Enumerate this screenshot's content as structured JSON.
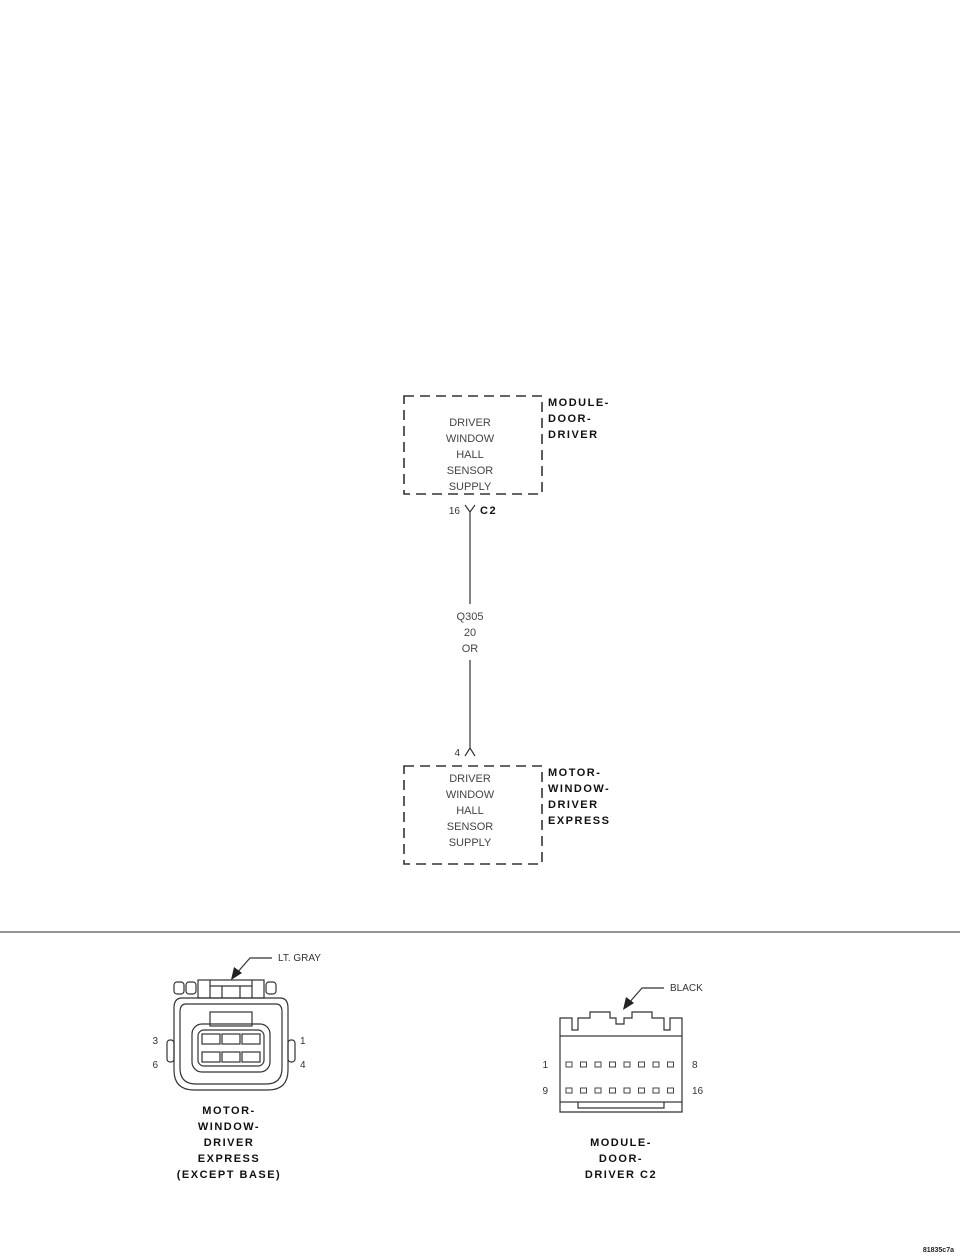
{
  "top_component": {
    "name_lines": [
      "MODULE-",
      "DOOR-",
      "DRIVER"
    ],
    "circuit_lines": [
      "DRIVER",
      "WINDOW",
      "HALL",
      "SENSOR",
      "SUPPLY"
    ],
    "pin": "16",
    "connector": "C2"
  },
  "wire": {
    "circuit": "Q305",
    "gauge": "20",
    "color": "OR"
  },
  "bottom_component": {
    "name_lines": [
      "MOTOR-",
      "WINDOW-",
      "DRIVER",
      "EXPRESS"
    ],
    "circuit_lines": [
      "DRIVER",
      "WINDOW",
      "HALL",
      "SENSOR",
      "SUPPLY"
    ],
    "pin": "4"
  },
  "connector_left": {
    "color_label": "LT. GRAY",
    "pin_labels": {
      "top_left": "3",
      "top_right": "1",
      "bottom_left": "6",
      "bottom_right": "4"
    },
    "caption_lines": [
      "MOTOR-",
      "WINDOW-",
      "DRIVER",
      "EXPRESS",
      "(EXCEPT BASE)"
    ]
  },
  "connector_right": {
    "color_label": "BLACK",
    "pin_labels": {
      "top_left": "1",
      "top_right": "8",
      "bottom_left": "9",
      "bottom_right": "16"
    },
    "caption_lines": [
      "MODULE-",
      "DOOR-",
      "DRIVER C2"
    ]
  },
  "figure_id": "81835c7a"
}
